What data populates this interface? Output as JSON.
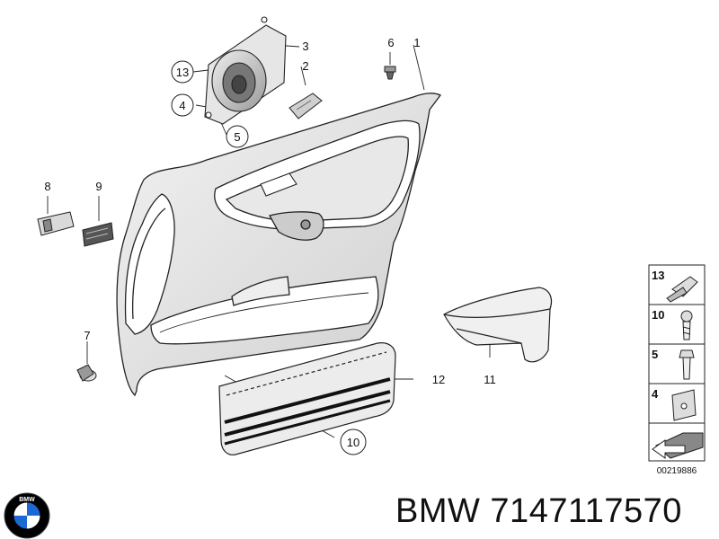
{
  "callouts": {
    "c1": "1",
    "c2": "2",
    "c3": "3",
    "c4": "4",
    "c5": "5",
    "c6": "6",
    "c7": "7",
    "c8": "8",
    "c9": "9",
    "c10": "10",
    "c11": "11",
    "c12": "12",
    "c13": "13"
  },
  "legend": {
    "items": [
      "13",
      "10",
      "5",
      "4"
    ]
  },
  "part_code": "00219886",
  "caption": "BMW 7147117570",
  "logo": {
    "icon": "bmw-roundel-icon",
    "text": "BMW",
    "colors": {
      "blue": "#1c69d4",
      "white": "#ffffff",
      "black": "#000000"
    }
  },
  "colors": {
    "line": "#222222",
    "shade": "#d8d8d8",
    "dark": "#555555"
  }
}
